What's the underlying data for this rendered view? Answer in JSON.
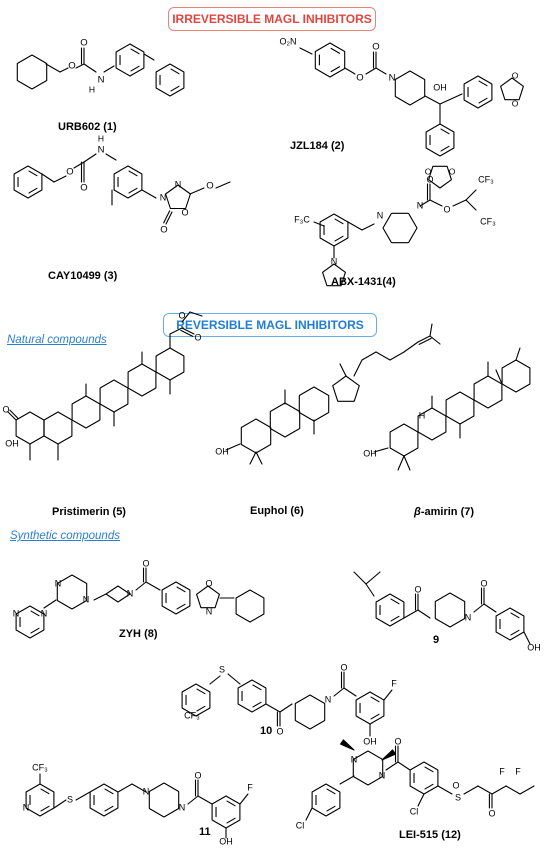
{
  "sections": {
    "irreversible": "IRREVERSIBLE MAGL INHIBITORS",
    "reversible": "REVERSIBLE MAGL INHIBITORS",
    "natural_word1": "Natural",
    "natural_word2": "compounds",
    "synthetic_word1": "Synthetic",
    "synthetic_word2": "compounds"
  },
  "compounds": {
    "c1": {
      "name": "URB602",
      "num": "(1)"
    },
    "c2": {
      "name": "JZL184",
      "num": "(2)"
    },
    "c3": {
      "name": "CAY10499",
      "num": "(3)"
    },
    "c4": {
      "name": "ABX-1431",
      "num": "(4)"
    },
    "c5": {
      "name": "Pristimerin",
      "num": "(5)"
    },
    "c6": {
      "name": "Euphol",
      "num": "(6)"
    },
    "c7": {
      "name_prefix": "β",
      "name": "-amirin",
      "num": "(7)"
    },
    "c8": {
      "name": "ZYH",
      "num": "(8)"
    },
    "c9": {
      "name": "9"
    },
    "c10": {
      "name": "10"
    },
    "c11": {
      "name": "11"
    },
    "c12": {
      "name": "LEI-515",
      "num": "(12)"
    }
  },
  "atoms": {
    "O": "O",
    "N": "N",
    "H": "H",
    "OH": "OH",
    "S": "S",
    "F": "F",
    "Cl": "Cl",
    "NO2": "O₂N",
    "CF3": "CF₃",
    "F3C": "F₃C"
  },
  "colors": {
    "irreversible": "#e0463f",
    "reversible": "#1e7dd6",
    "link": "#2a7fd0",
    "bond": "#000000"
  }
}
